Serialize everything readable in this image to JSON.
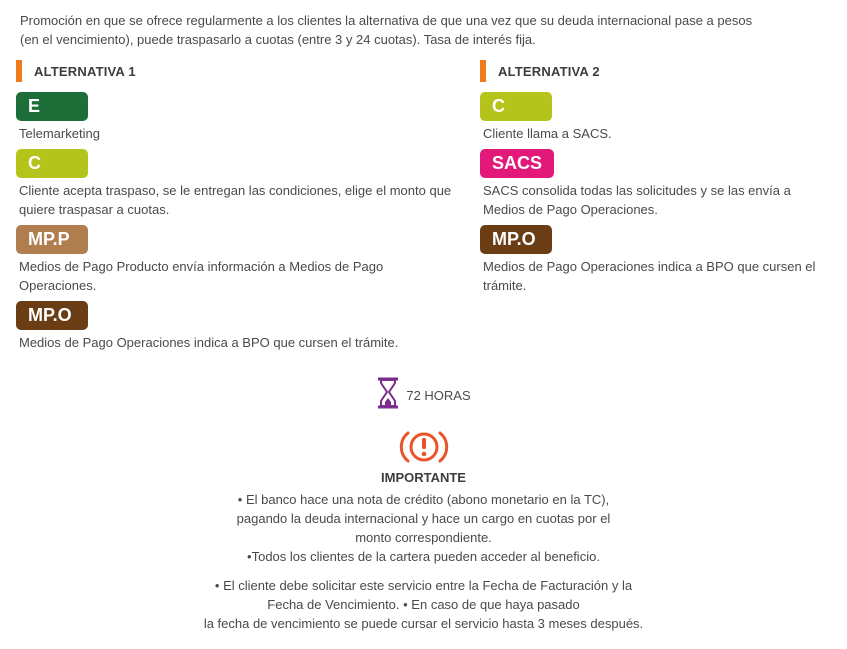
{
  "intro": {
    "line1": "Promoción en que se ofrece regularmente a los clientes la alternativa de que una vez que su deuda internacional pase a pesos",
    "line2": "(en el vencimiento), puede traspasarlo a cuotas (entre 3 y 24 cuotas). Tasa de interés fija."
  },
  "alternativa1": {
    "title": "ALTERNATIVA 1",
    "steps": [
      {
        "badge": "E",
        "color": "#1e6e3a",
        "text": "Telemarketing"
      },
      {
        "badge": "C",
        "color": "#b5c41a",
        "text": "Cliente acepta traspaso, se le entregan las condiciones, elige el monto que quiere traspasar a cuotas."
      },
      {
        "badge": "MP.P",
        "color": "#b07d4f",
        "text": "Medios de Pago Producto envía información a Medios de Pago Operaciones."
      },
      {
        "badge": "MP.O",
        "color": "#6a3d14",
        "text": "Medios de Pago Operaciones indica a BPO que cursen el trámite."
      }
    ]
  },
  "alternativa2": {
    "title": "ALTERNATIVA 2",
    "steps": [
      {
        "badge": "C",
        "color": "#b5c41a",
        "text": "Cliente llama a SACS."
      },
      {
        "badge": "SACS",
        "color": "#e3197a",
        "text": "SACS consolida todas las solicitudes y se las envía a Medios de Pago Operaciones."
      },
      {
        "badge": "MP.O",
        "color": "#6a3d14",
        "text": "Medios de Pago Operaciones indica a BPO que cursen el trámite."
      }
    ]
  },
  "timer": {
    "text": "72 HORAS",
    "icon": "hourglass-icon",
    "color": "#7b2d8e"
  },
  "important": {
    "icon": "alert-circle-icon",
    "color": "#e8552a",
    "title": "IMPORTANTE",
    "lines": [
      "• El banco hace una nota de crédito (abono monetario en la TC),",
      "pagando la deuda internacional y hace  un cargo en cuotas  por el",
      "monto correspondiente.",
      "•Todos los clientes de la cartera pueden acceder al beneficio."
    ],
    "lines2": [
      "• El cliente debe solicitar este servicio entre la Fecha de Facturación y la",
      "Fecha de Vencimiento. • En caso de que haya pasado",
      "la fecha de vencimiento se puede cursar el servicio hasta 3 meses después."
    ]
  },
  "accent": "#f07b1b"
}
